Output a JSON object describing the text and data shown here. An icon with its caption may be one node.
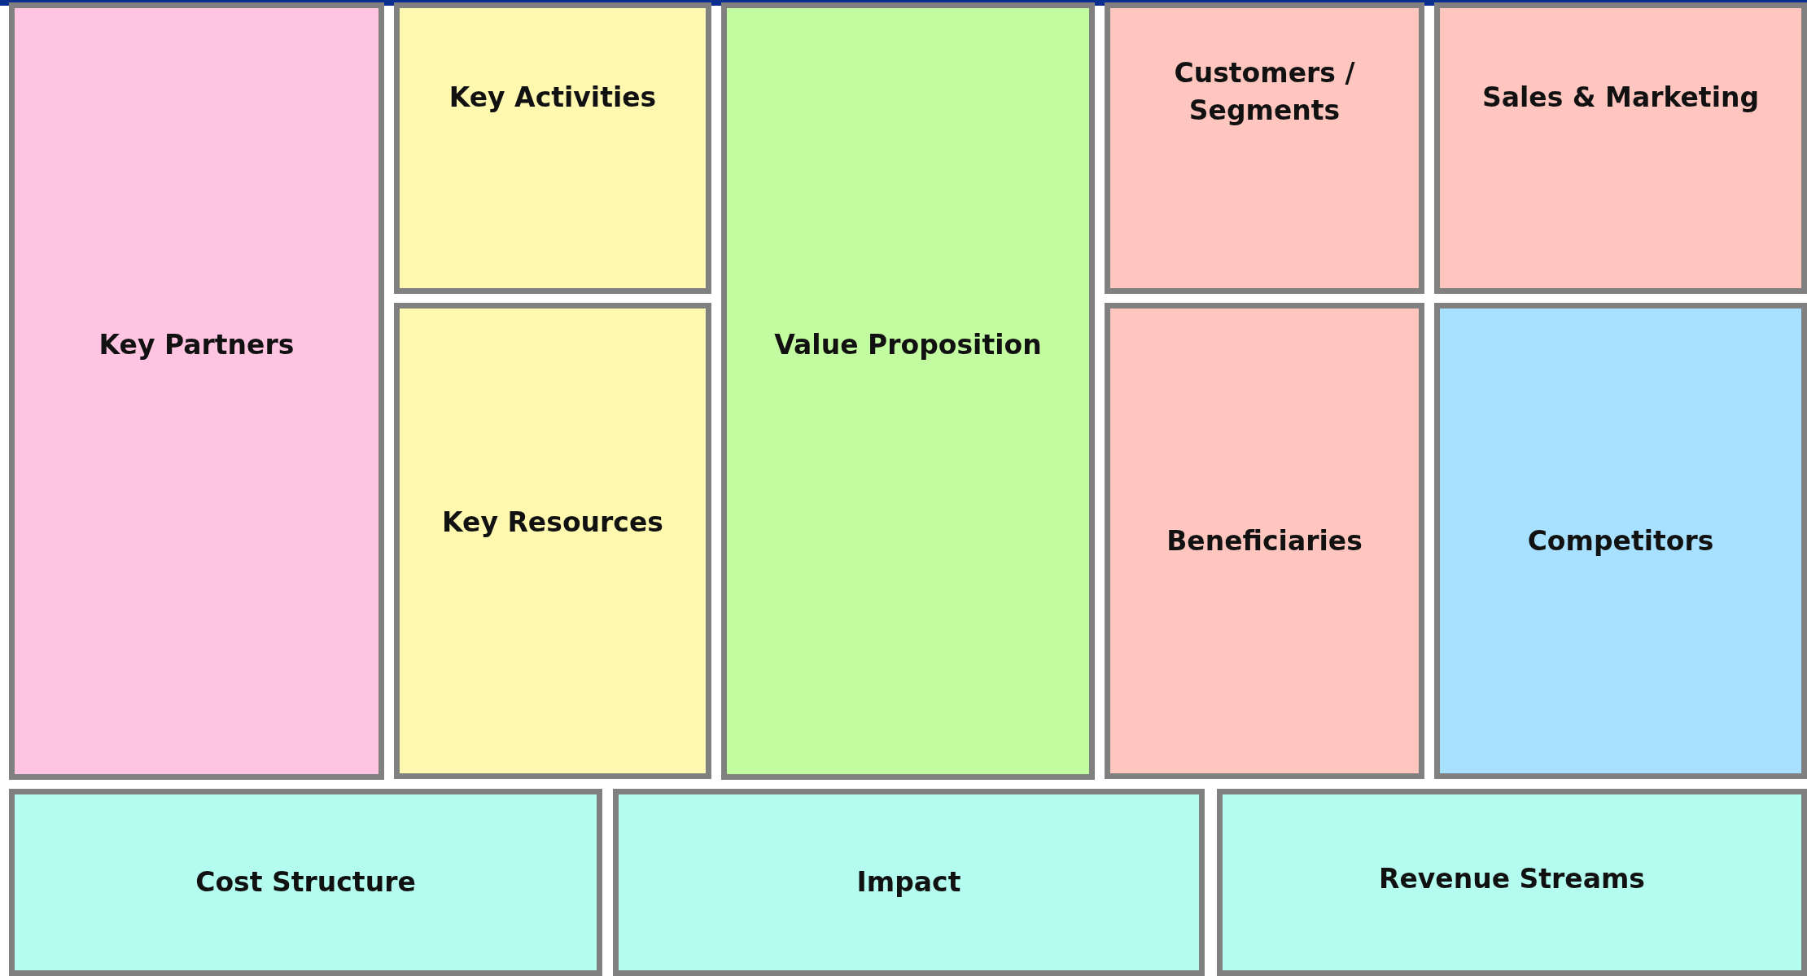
{
  "diagram": {
    "nodes": [
      {
        "text": [
          "Key Partners"
        ]
      },
      {
        "text": [
          "Key Activities"
        ]
      },
      {
        "text": [
          "Key Resources"
        ]
      },
      {
        "text": [
          "Value Proposition"
        ]
      },
      {
        "text": [
          "Customers / Segments"
        ]
      },
      {
        "text": [
          "Sales & Marketing"
        ]
      },
      {
        "text": [
          "Beneficiaries"
        ]
      },
      {
        "text": [
          "Competitors"
        ]
      },
      {
        "text": [
          "Cost Structure"
        ]
      },
      {
        "text": [
          "Impact"
        ]
      },
      {
        "text": [
          "Revenue Streams"
        ]
      }
    ]
  }
}
